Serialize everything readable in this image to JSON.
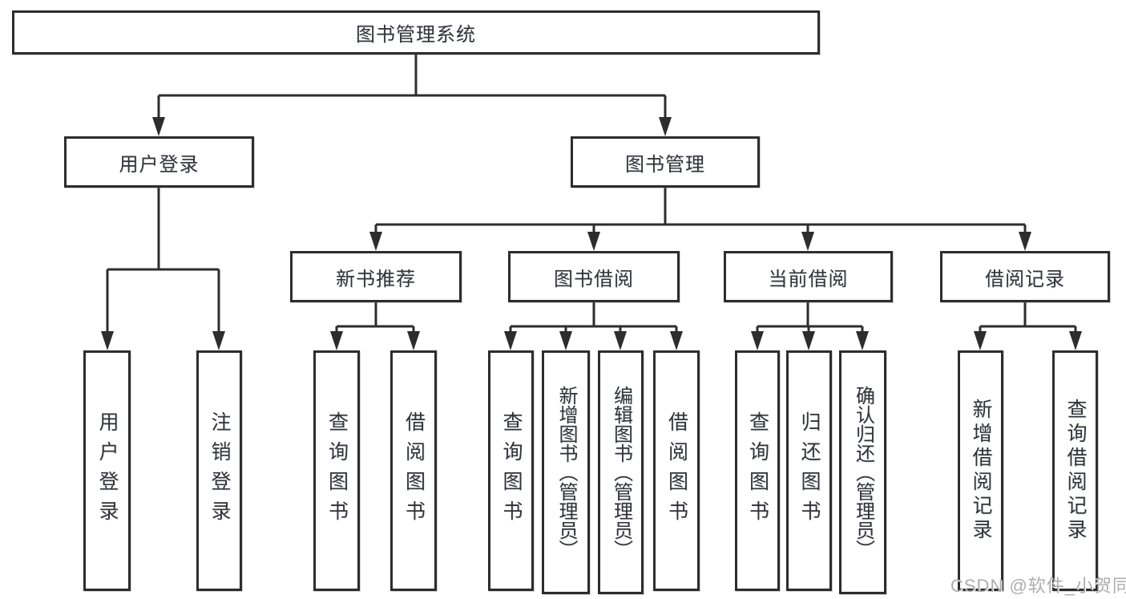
{
  "diagram_type": "hierarchy-tree",
  "colors": {
    "line": "#2d2d2d",
    "border": "#2d2d2d",
    "text": "#333333",
    "background": "#ffffff",
    "watermark": "#a4a4a4"
  },
  "tree": {
    "label": "图书管理系统",
    "children": [
      {
        "label": "用户登录",
        "children": [
          {
            "label": "用户登录"
          },
          {
            "label": "注销登录"
          }
        ]
      },
      {
        "label": "图书管理",
        "children": [
          {
            "label": "新书推荐",
            "children": [
              {
                "label": "查询图书"
              },
              {
                "label": "借阅图书"
              }
            ]
          },
          {
            "label": "图书借阅",
            "children": [
              {
                "label": "查询图书"
              },
              {
                "label": "新增图书（管理员）"
              },
              {
                "label": "编辑图书（管理员）"
              },
              {
                "label": "借阅图书"
              }
            ]
          },
          {
            "label": "当前借阅",
            "children": [
              {
                "label": "查询图书"
              },
              {
                "label": "归还图书"
              },
              {
                "label": "确认归还（管理员）"
              }
            ]
          },
          {
            "label": "借阅记录",
            "children": [
              {
                "label": "新增借阅记录"
              },
              {
                "label": "查询借阅记录"
              }
            ]
          }
        ]
      }
    ]
  },
  "watermark": "CSDN @软件_小贺同学"
}
